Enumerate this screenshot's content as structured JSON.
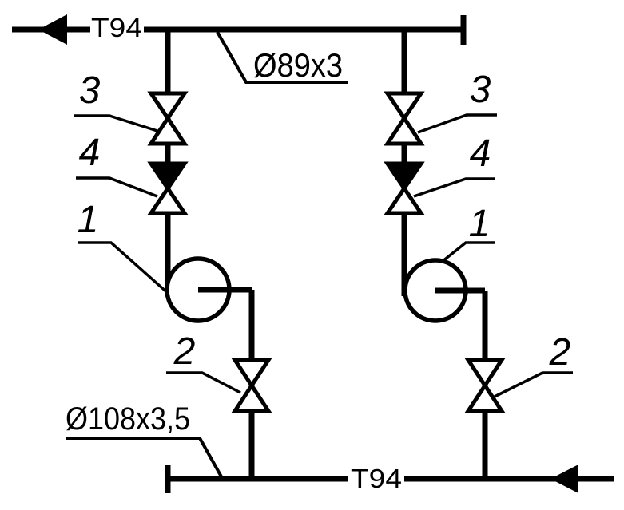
{
  "diagram": {
    "kind": "scanned piping schematic with two parallel pumps",
    "paper_color": "#ffffff",
    "ink_color": "#000000"
  },
  "pipes": {
    "top": {
      "system_label": "Т94",
      "dimension_label": "Ø89x3"
    },
    "bottom": {
      "system_label": "Т94",
      "dimension_label": "Ø108x3,5"
    }
  },
  "callouts": {
    "pump": "1",
    "discharge_valve": "2",
    "suction_valve": "3",
    "check_valve": "4"
  },
  "icons": {
    "top_flow_arrow": "filled-triangle-pointing-left",
    "bottom_flow_arrow": "filled-triangle-pointing-left"
  }
}
